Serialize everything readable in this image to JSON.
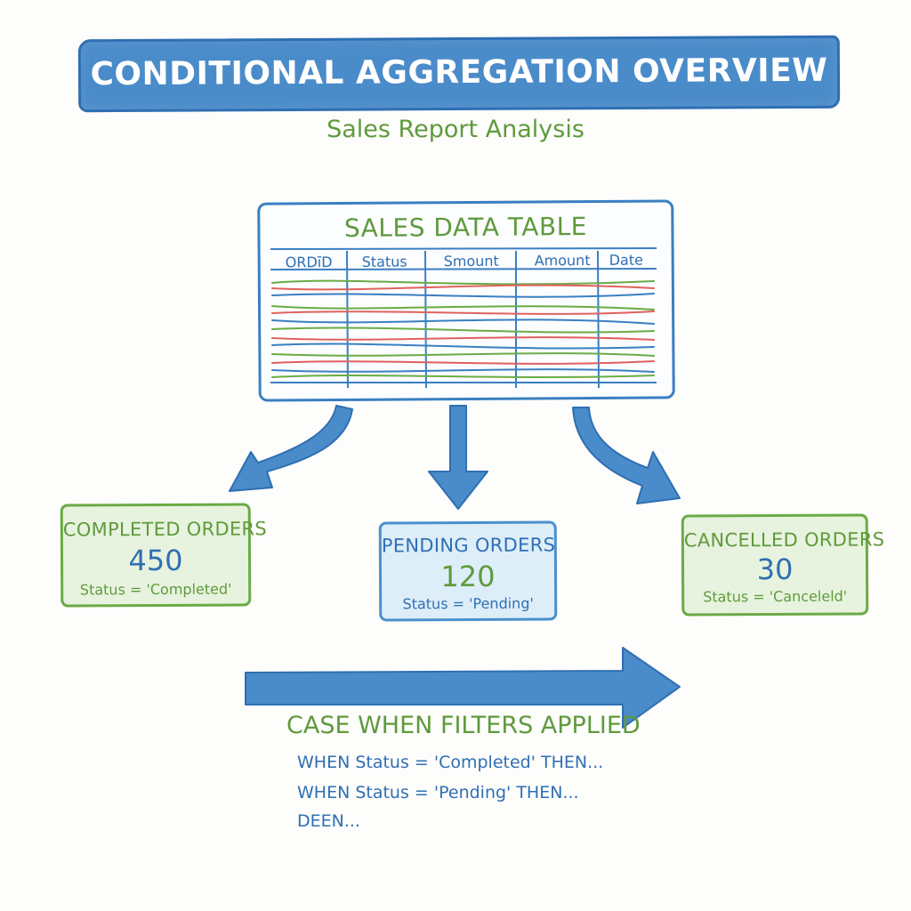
{
  "title": "CONDITIONAL AGGREGATION OVERVIEW",
  "subtitle": "Sales Report Analysis",
  "table": {
    "title": "SALES DATA TABLE",
    "columns": [
      "ORDīD",
      "Status",
      "Smount",
      "Amount",
      "Date"
    ]
  },
  "cards": [
    {
      "title": "COMPLETED ORDERS",
      "value": "450",
      "filter": "Status = 'Completed'"
    },
    {
      "title": "PENDING ORDERS",
      "value": "120",
      "filter": "Status = 'Pending'"
    },
    {
      "title": "CANCELLED ORDERS",
      "value": "30",
      "filter": "Status = 'Canceleld'"
    }
  ],
  "case_section": {
    "title": "CASE WHEN FILTERS APPLIED",
    "lines": [
      "WHEN Status = 'Completed' THEN...",
      "WHEN Status = 'Pending' THEN...",
      "DEEN..."
    ]
  },
  "colors": {
    "blue": "#3a7fc1",
    "green": "#6aab45",
    "red": "#e0615f"
  }
}
